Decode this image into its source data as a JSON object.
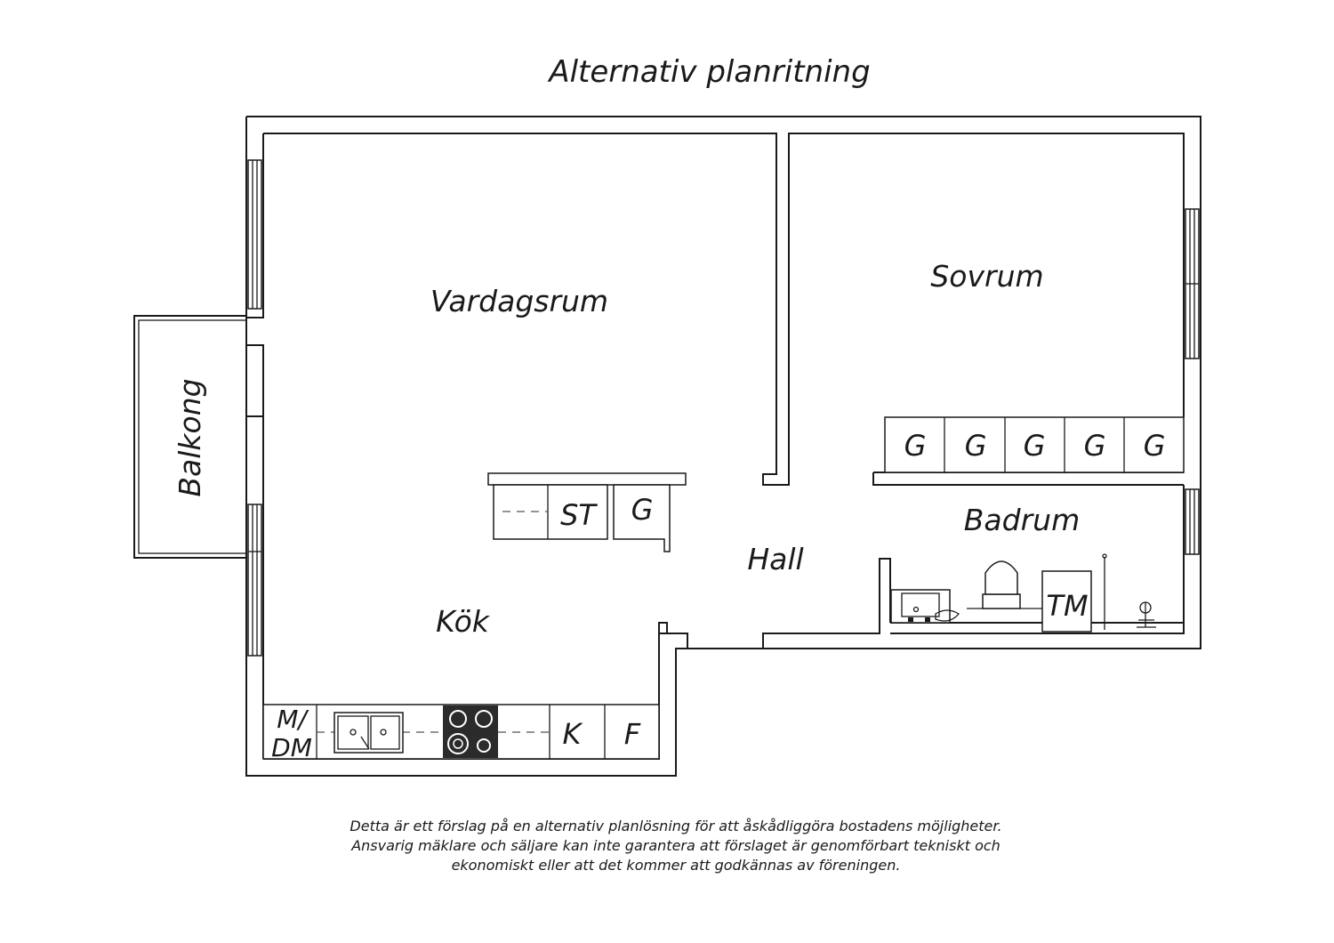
{
  "title": "Alternativ planritning",
  "rooms": {
    "living": "Vardagsrum",
    "bedroom": "Sovrum",
    "balcony": "Balkong",
    "hall": "Hall",
    "kitchen": "Kök",
    "bathroom": "Badrum"
  },
  "fixtures": {
    "wardrobe": "G",
    "storage": "ST",
    "island_wardrobe": "G",
    "washer": "TM",
    "dishwasher_line1": "M/",
    "dishwasher_line2": "DM",
    "fridge": "K",
    "freezer": "F"
  },
  "disclaimer": [
    "Detta är ett förslag på en alternativ planlösning för att åskådliggöra bostadens möjligheter.",
    "Ansvarig mäklare och säljare kan inte garantera att förslaget är genomförbart tekniskt och",
    "ekonomiskt eller att det kommer att godkännas av föreningen."
  ],
  "colors": {
    "line": "#1a1a1a",
    "stove": "#2b2b2b",
    "background": "#ffffff"
  }
}
